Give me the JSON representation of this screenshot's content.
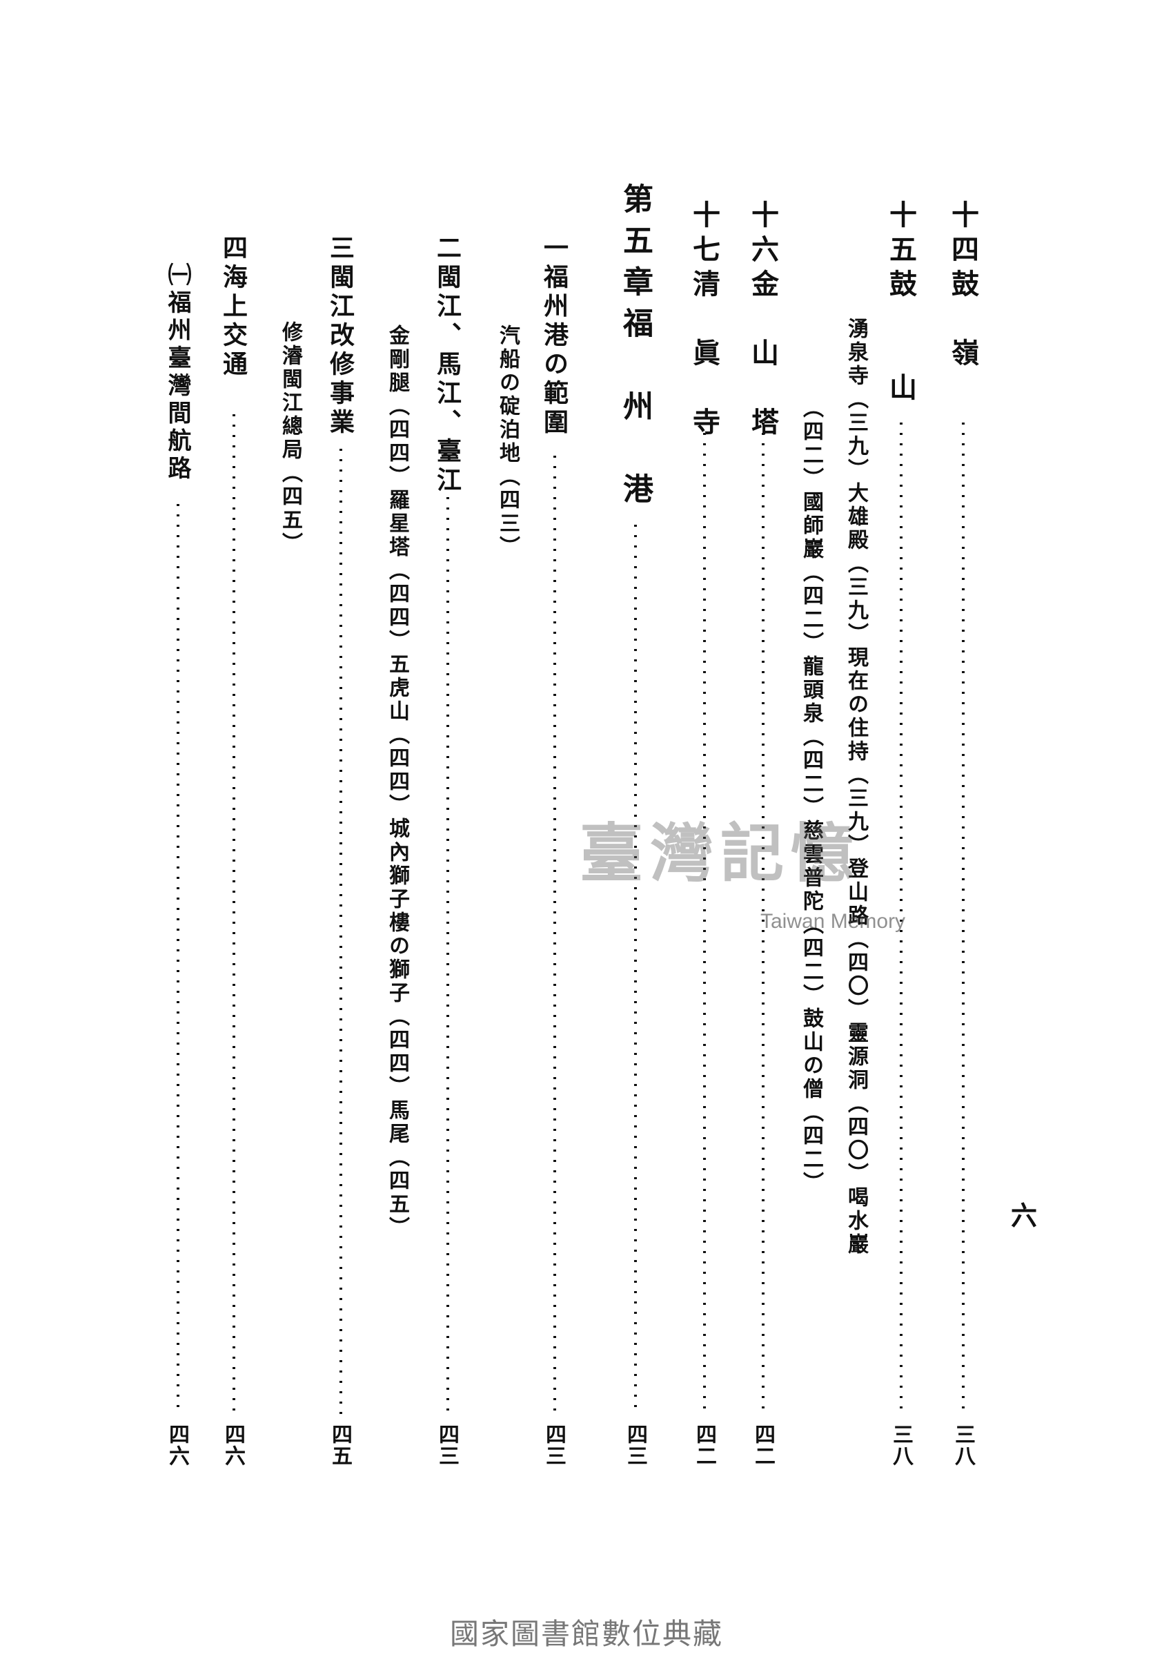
{
  "page_number": "六",
  "entries": [
    {
      "num": "十四",
      "title": "鼓　嶺",
      "page": "三八"
    },
    {
      "num": "十五",
      "title": "鼓　　山",
      "page": "三八",
      "items": [
        [
          "湧泉寺（三九）",
          "大雄殿（三九）",
          "現在の住持（三九）",
          "登山路（四〇）",
          "靈源洞（四〇）",
          "喝水巖"
        ],
        [
          "（四二）",
          "國師巖（四二）",
          "龍頭泉（四二）",
          "慈雲普陀（四二）",
          "鼓山の僧（四二）"
        ]
      ]
    },
    {
      "num": "十六",
      "title": "金　山　塔",
      "page": "四二"
    },
    {
      "num": "十七",
      "title": "清　眞　寺",
      "page": "四二"
    },
    {
      "num": "第五章",
      "title": "福　州　港",
      "page": "四三",
      "chapter": true
    },
    {
      "num": "一",
      "title": "福州港の範圍",
      "page": "四三",
      "items": [
        [
          "汽船の碇泊地（四三）"
        ]
      ]
    },
    {
      "num": "二",
      "title": "閩江、馬江、臺江",
      "page": "四三",
      "items": [
        [
          "金剛腿（四四）",
          "羅星塔（四四）",
          "五虎山（四四）",
          "城內獅子樓の獅子（四四）",
          "馬尾（四五）"
        ]
      ]
    },
    {
      "num": "三",
      "title": "閩江改修事業",
      "page": "四五",
      "items": [
        [
          "修濬閩江總局（四五）"
        ]
      ]
    },
    {
      "num": "四",
      "title": "海上交通",
      "page": "四六"
    },
    {
      "num": "㈠",
      "title": "福州臺灣間航路",
      "page": "四六"
    }
  ],
  "watermark": {
    "cn": "臺灣記憶",
    "en": "Taiwan Memory"
  },
  "footer": "國家圖書館數位典藏"
}
